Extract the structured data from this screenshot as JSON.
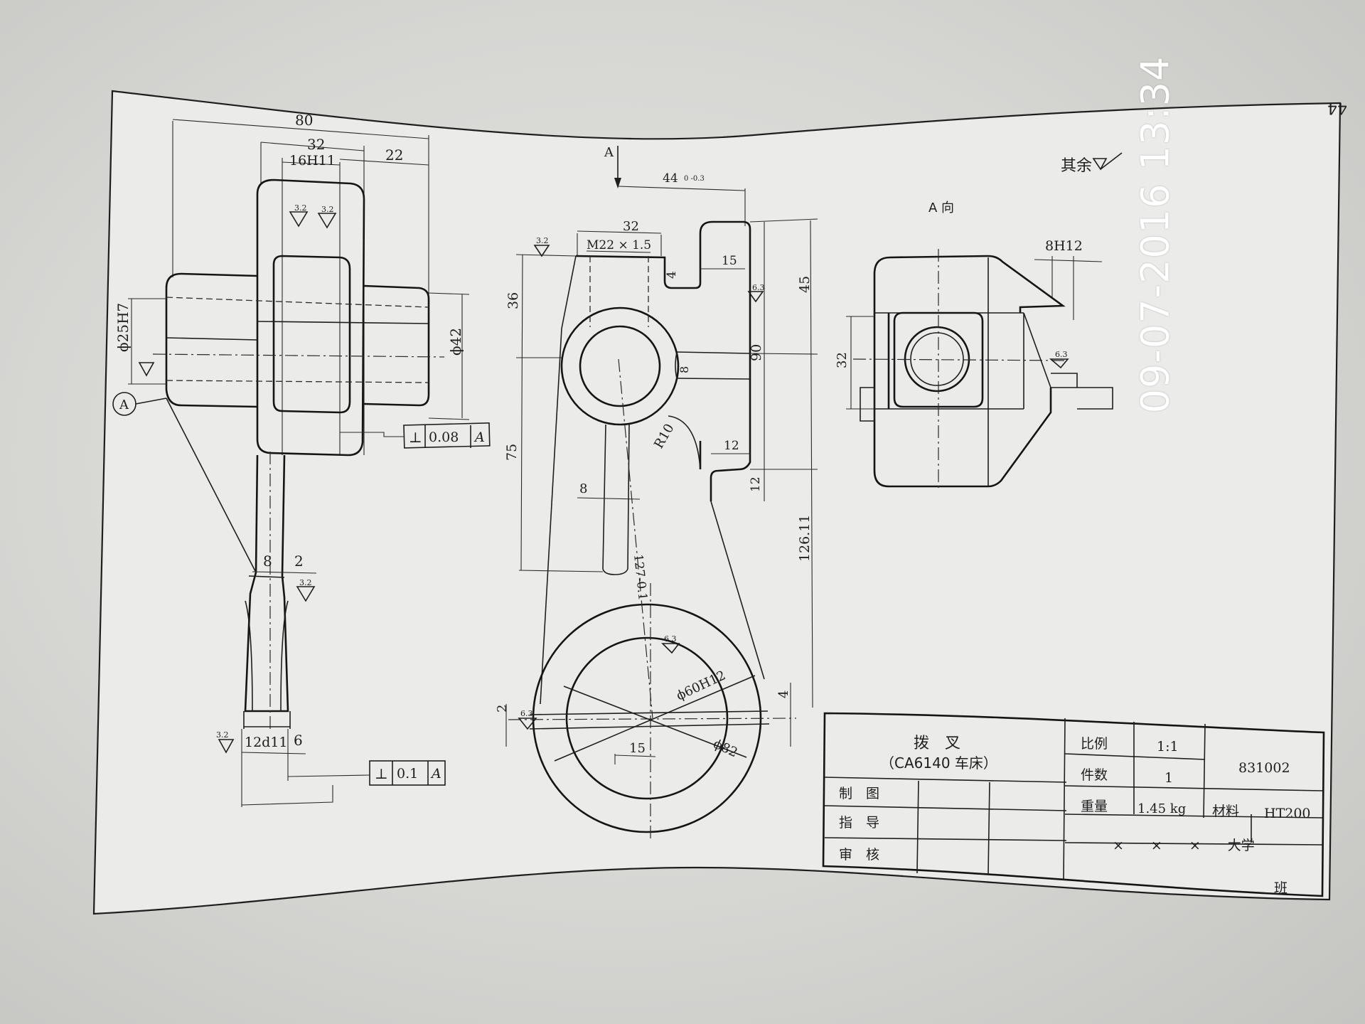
{
  "photo": {
    "timestamp": "09-07-2016 13:34",
    "page_number": "44"
  },
  "drawing": {
    "surface_note": "其余",
    "view_label": "A",
    "view_a_title": "A 向",
    "datum_letter": "A",
    "tolerance_perp_top": {
      "symbol": "⊥",
      "value": "0.08",
      "datum": "A"
    },
    "tolerance_perp_bottom": {
      "symbol": "⊥",
      "value": "0.1",
      "datum": "A"
    },
    "dimensions": {
      "d80": "80",
      "d32_top": "32",
      "d16h11": "16H11",
      "d22": "22",
      "d25h7": "ϕ25H7",
      "d42": "ϕ42",
      "d8_left": "8",
      "d2_left": "2",
      "d12d11": "12d11",
      "d6": "6",
      "d44": "44",
      "d44_tol": "0 -0.3",
      "d32_mid": "32",
      "m22": "M22 × 1.5",
      "d15_top": "15",
      "d4_top": "4",
      "d45": "45",
      "d36": "36",
      "d90": "90",
      "d8_mid": "8",
      "r10": "R10",
      "d12_right": "12",
      "d12_vert": "12",
      "d75": "75",
      "d8_rib": "8",
      "d127": "127-0.1",
      "d126": "126.11",
      "d60h12": "ϕ60H12",
      "d82": "ϕ82",
      "d15_bottom": "15",
      "d2_bottom": "2",
      "d4_bottom": "4",
      "d8h12": "8H12",
      "d32_right": "32"
    },
    "roughness": {
      "r32": "3.2",
      "r63": "6.3"
    },
    "title_block": {
      "part_name": "拨　叉",
      "machine": "（CA6140 车床）",
      "scale_label": "比例",
      "scale_value": "1:1",
      "qty_label": "件数",
      "qty_value": "1",
      "weight_label": "重量",
      "weight_value": "1.45 kg",
      "material_label": "材料",
      "material_value": "HT200",
      "drawing_number": "831002",
      "drawn_label": "制　图",
      "guide_label": "指　导",
      "review_label": "审　核",
      "school": "×　　×　　×　　大学",
      "class_label": "班"
    }
  }
}
